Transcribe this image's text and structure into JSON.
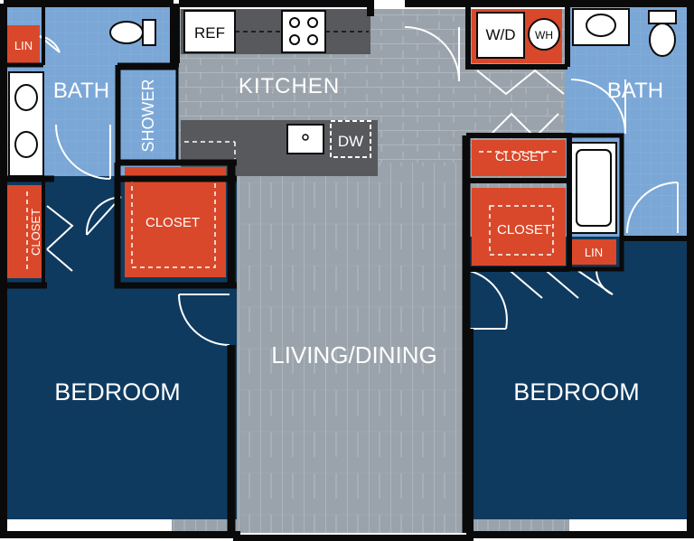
{
  "colors": {
    "wall": "#0a0a0a",
    "bedroom": "#0e3a5f",
    "bath": "#7aa7d6",
    "closet": "#d9482a",
    "floor": "#9aa3ab",
    "counter": "#57595c",
    "white": "#ffffff"
  },
  "rooms": {
    "kitchen": "KITCHEN",
    "living_dining": "LIVING/DINING",
    "bedroom_left": "BEDROOM",
    "bedroom_right": "BEDROOM",
    "bath_left": "BATH",
    "bath_right": "BATH",
    "shower": "SHOWER"
  },
  "closets": {
    "lin_left": "LIN",
    "closet_left_small": "CLOSET",
    "closet_left_large": "CLOSET",
    "closet_right_upper": "CLOSET",
    "closet_right_lower": "CLOSET",
    "lin_right": "LIN",
    "wd": "W/D",
    "wh": "WH"
  },
  "appliances": {
    "ref": "REF",
    "dw": "DW"
  }
}
